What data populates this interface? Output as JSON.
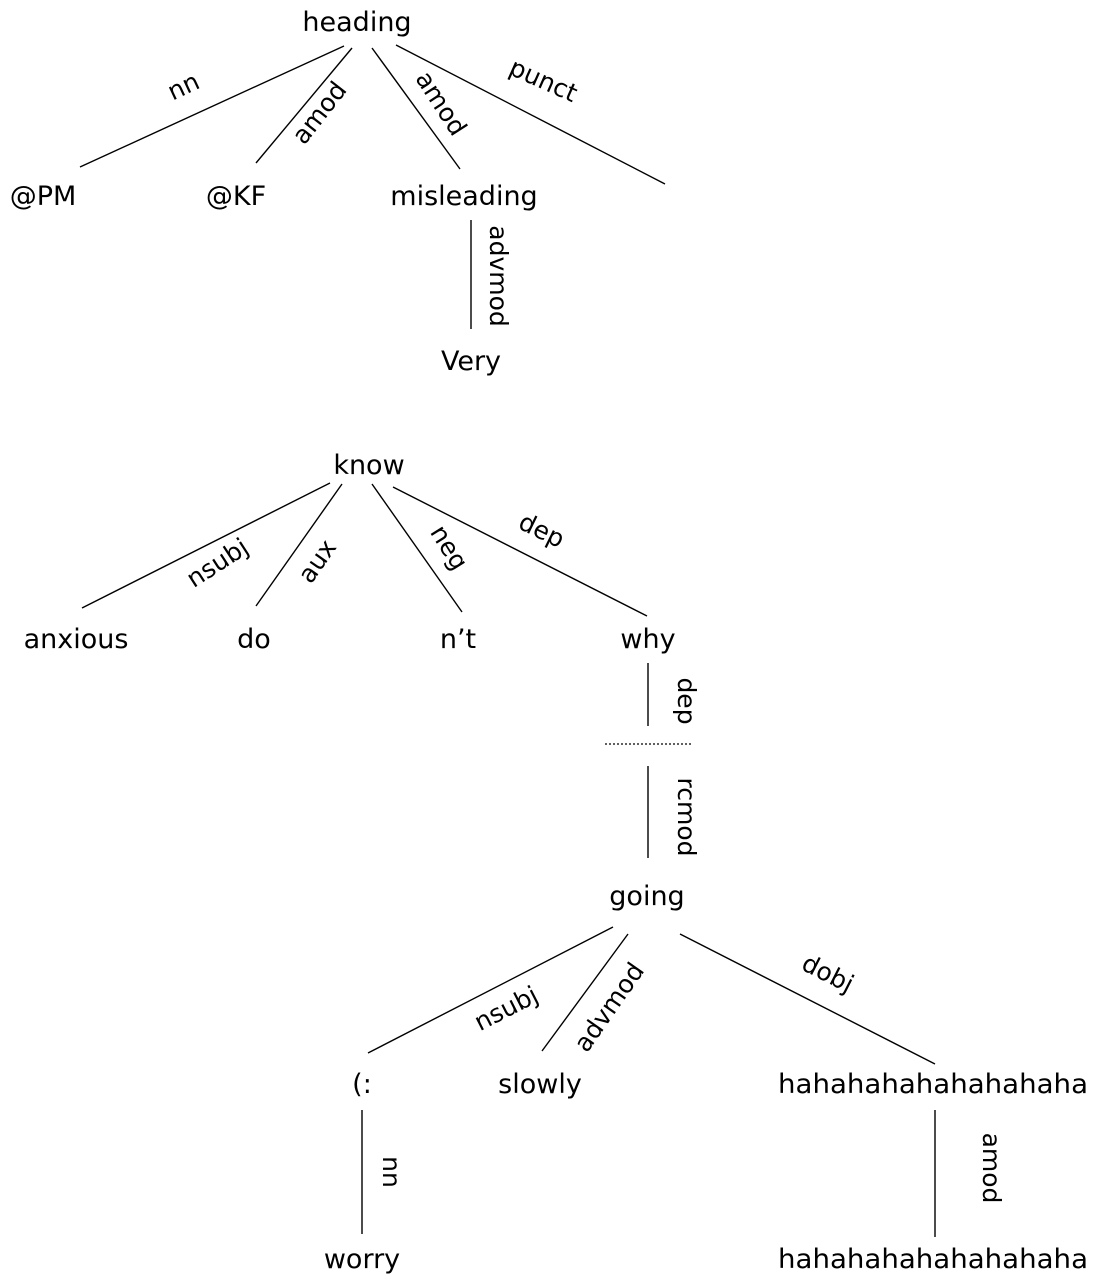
{
  "tree1": {
    "heading": "heading",
    "pm": "@PM",
    "kf": "@KF",
    "misleading": "misleading",
    "very": "Very",
    "rel_nn": "nn",
    "rel_amod_kf": "amod",
    "rel_amod_misleading": "amod",
    "rel_punct": "punct",
    "rel_advmod": "advmod"
  },
  "tree2": {
    "know": "know",
    "anxious": "anxious",
    "do": "do",
    "nt": "n’t",
    "why": "why",
    "going": "going",
    "smiley": "(:",
    "slowly": "slowly",
    "haha_dobj": "hahahahahahahahaha",
    "worry": "worry",
    "haha_amod": "hahahahahahahahaha",
    "rel_nsubj_anxious": "nsubj",
    "rel_aux": "aux",
    "rel_neg": "neg",
    "rel_dep_why": "dep",
    "rel_dep_vertical": "dep",
    "rel_rcmod": "rcmod",
    "rel_nsubj_smiley": "nsubj",
    "rel_advmod": "advmod",
    "rel_dobj": "dobj",
    "rel_nn": "nn",
    "rel_amod": "amod"
  }
}
